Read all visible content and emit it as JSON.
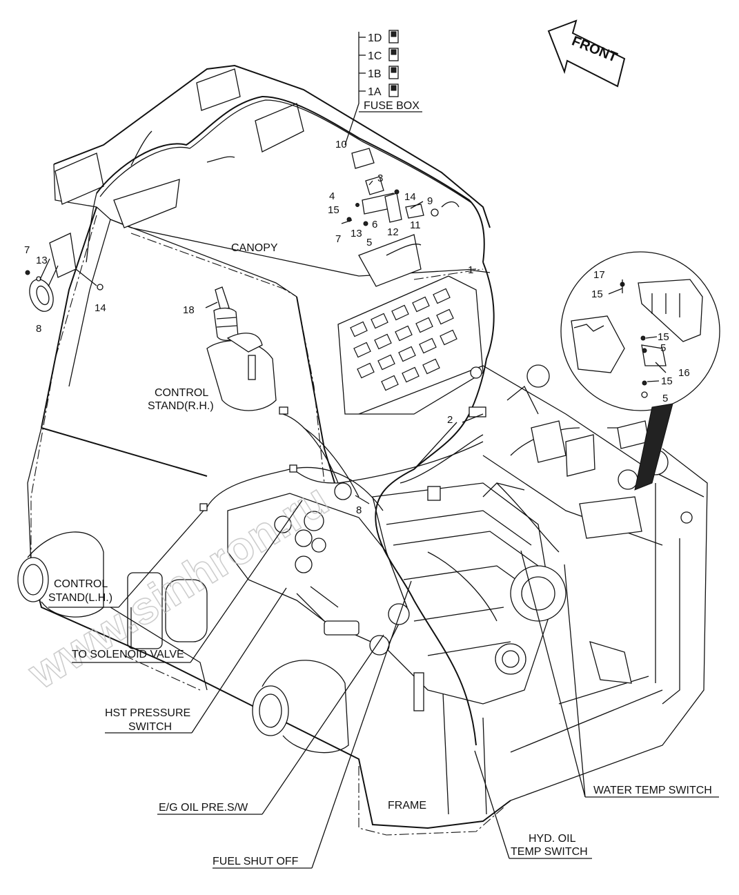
{
  "front_arrow": {
    "label": "FRONT"
  },
  "fuse_box": {
    "title": "FUSE BOX",
    "fuses": [
      "1D",
      "1C",
      "1B",
      "1A"
    ]
  },
  "labels": {
    "canopy": "CANOPY",
    "control_stand_rh_1": "CONTROL",
    "control_stand_rh_2": "STAND(R.H.)",
    "control_stand_lh_1": "CONTROL",
    "control_stand_lh_2": "STAND(L.H.)",
    "to_solenoid_valve": "TO SOLENOID VALVE",
    "hst_pressure_1": "HST PRESSURE",
    "hst_pressure_2": "SWITCH",
    "eg_oil": "E/G OIL PRE.S/W",
    "fuel_shut_off": "FUEL SHUT OFF",
    "frame": "FRAME",
    "hyd_oil_1": "HYD. OIL",
    "hyd_oil_2": "TEMP SWITCH",
    "water_temp": "WATER TEMP SWITCH"
  },
  "callouts": {
    "c1": "1",
    "c2": "2",
    "c3": "3",
    "c4": "4",
    "c5a": "5",
    "c5b": "5",
    "c5c": "5",
    "c6": "6",
    "c7a": "7",
    "c7b": "7",
    "c8a": "8",
    "c8b": "8",
    "c9": "9",
    "c10": "10",
    "c11": "11",
    "c12": "12",
    "c13a": "13",
    "c13b": "13",
    "c14a": "14",
    "c14b": "14",
    "c15a": "15",
    "c15b": "15",
    "c15c": "15",
    "c15d": "15",
    "c16": "16",
    "c17": "17",
    "c18": "18"
  },
  "watermark": "www.sinhron.ru"
}
